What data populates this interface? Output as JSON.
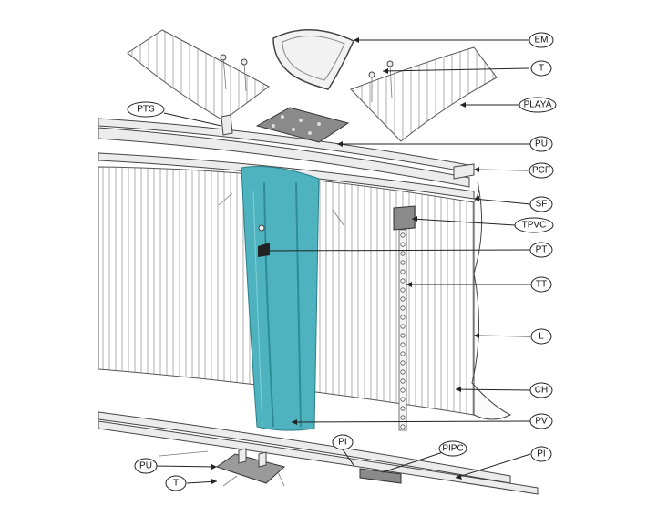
{
  "labels": {
    "em": "EM",
    "t_top": "T",
    "playa": "PLAYA",
    "pts": "PTS",
    "pu_top": "PU",
    "pcf": "PCF",
    "sf": "SF",
    "tpvc": "TPVC",
    "pt": "PT",
    "tt": "TT",
    "l": "L",
    "ch": "CH",
    "pv": "PV",
    "pi_mid": "PI",
    "pipc": "PIPC",
    "pi_right": "PI",
    "pu_bottom": "PU",
    "t_bottom": "T"
  },
  "colors": {
    "upright": "#4fb3bf",
    "upright_dark": "#2e8c98",
    "line": "#222222"
  }
}
